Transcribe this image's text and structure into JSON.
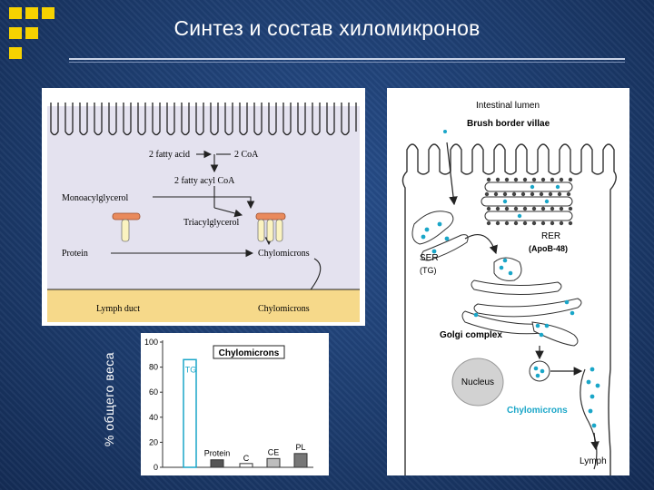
{
  "slide": {
    "title": "Синтез и состав хиломикронов",
    "y_axis_label": "% общего веса",
    "colors": {
      "background": "#1d3f73",
      "bullets": "#f6d200",
      "accent_dots": "#1aa6c8"
    }
  },
  "pathway": {
    "fatty_acid": "2 fatty acid",
    "coa": "2 CoA",
    "fatty_acyl_coa": "2 fatty acyl CoA",
    "monoacylglycerol": "Monoacylglycerol",
    "triacylglycerol": "Triacylglycerol",
    "protein": "Protein",
    "chylomicrons": "Chylomicrons",
    "lymph_duct": "Lymph duct",
    "chylomicrons_duct": "Chylomicrons"
  },
  "cell": {
    "intestinal_lumen": "Intestinal lumen",
    "brush_border": "Brush border villae",
    "rer": "RER",
    "apob": "(ApoB-48)",
    "ser": "SER",
    "tg": "(TG)",
    "golgi": "Golgi complex",
    "nucleus": "Nucleus",
    "chylomicrons": "Chylomicrons",
    "lymph": "Lymph"
  },
  "chart_data": {
    "type": "bar",
    "title": "Chylomicrons",
    "ylabel": "% общего веса",
    "categories": [
      "TG",
      "Protein",
      "C",
      "CE",
      "PL"
    ],
    "values": [
      86,
      6,
      3,
      7,
      11
    ],
    "ylim": [
      0,
      100
    ],
    "yticks": [
      0,
      20,
      40,
      60,
      80,
      100
    ],
    "colors": {
      "TG": "#ffffff",
      "Protein": "#555555",
      "C": "#ffffff",
      "CE": "#bdbdbd",
      "PL": "#777777"
    }
  }
}
